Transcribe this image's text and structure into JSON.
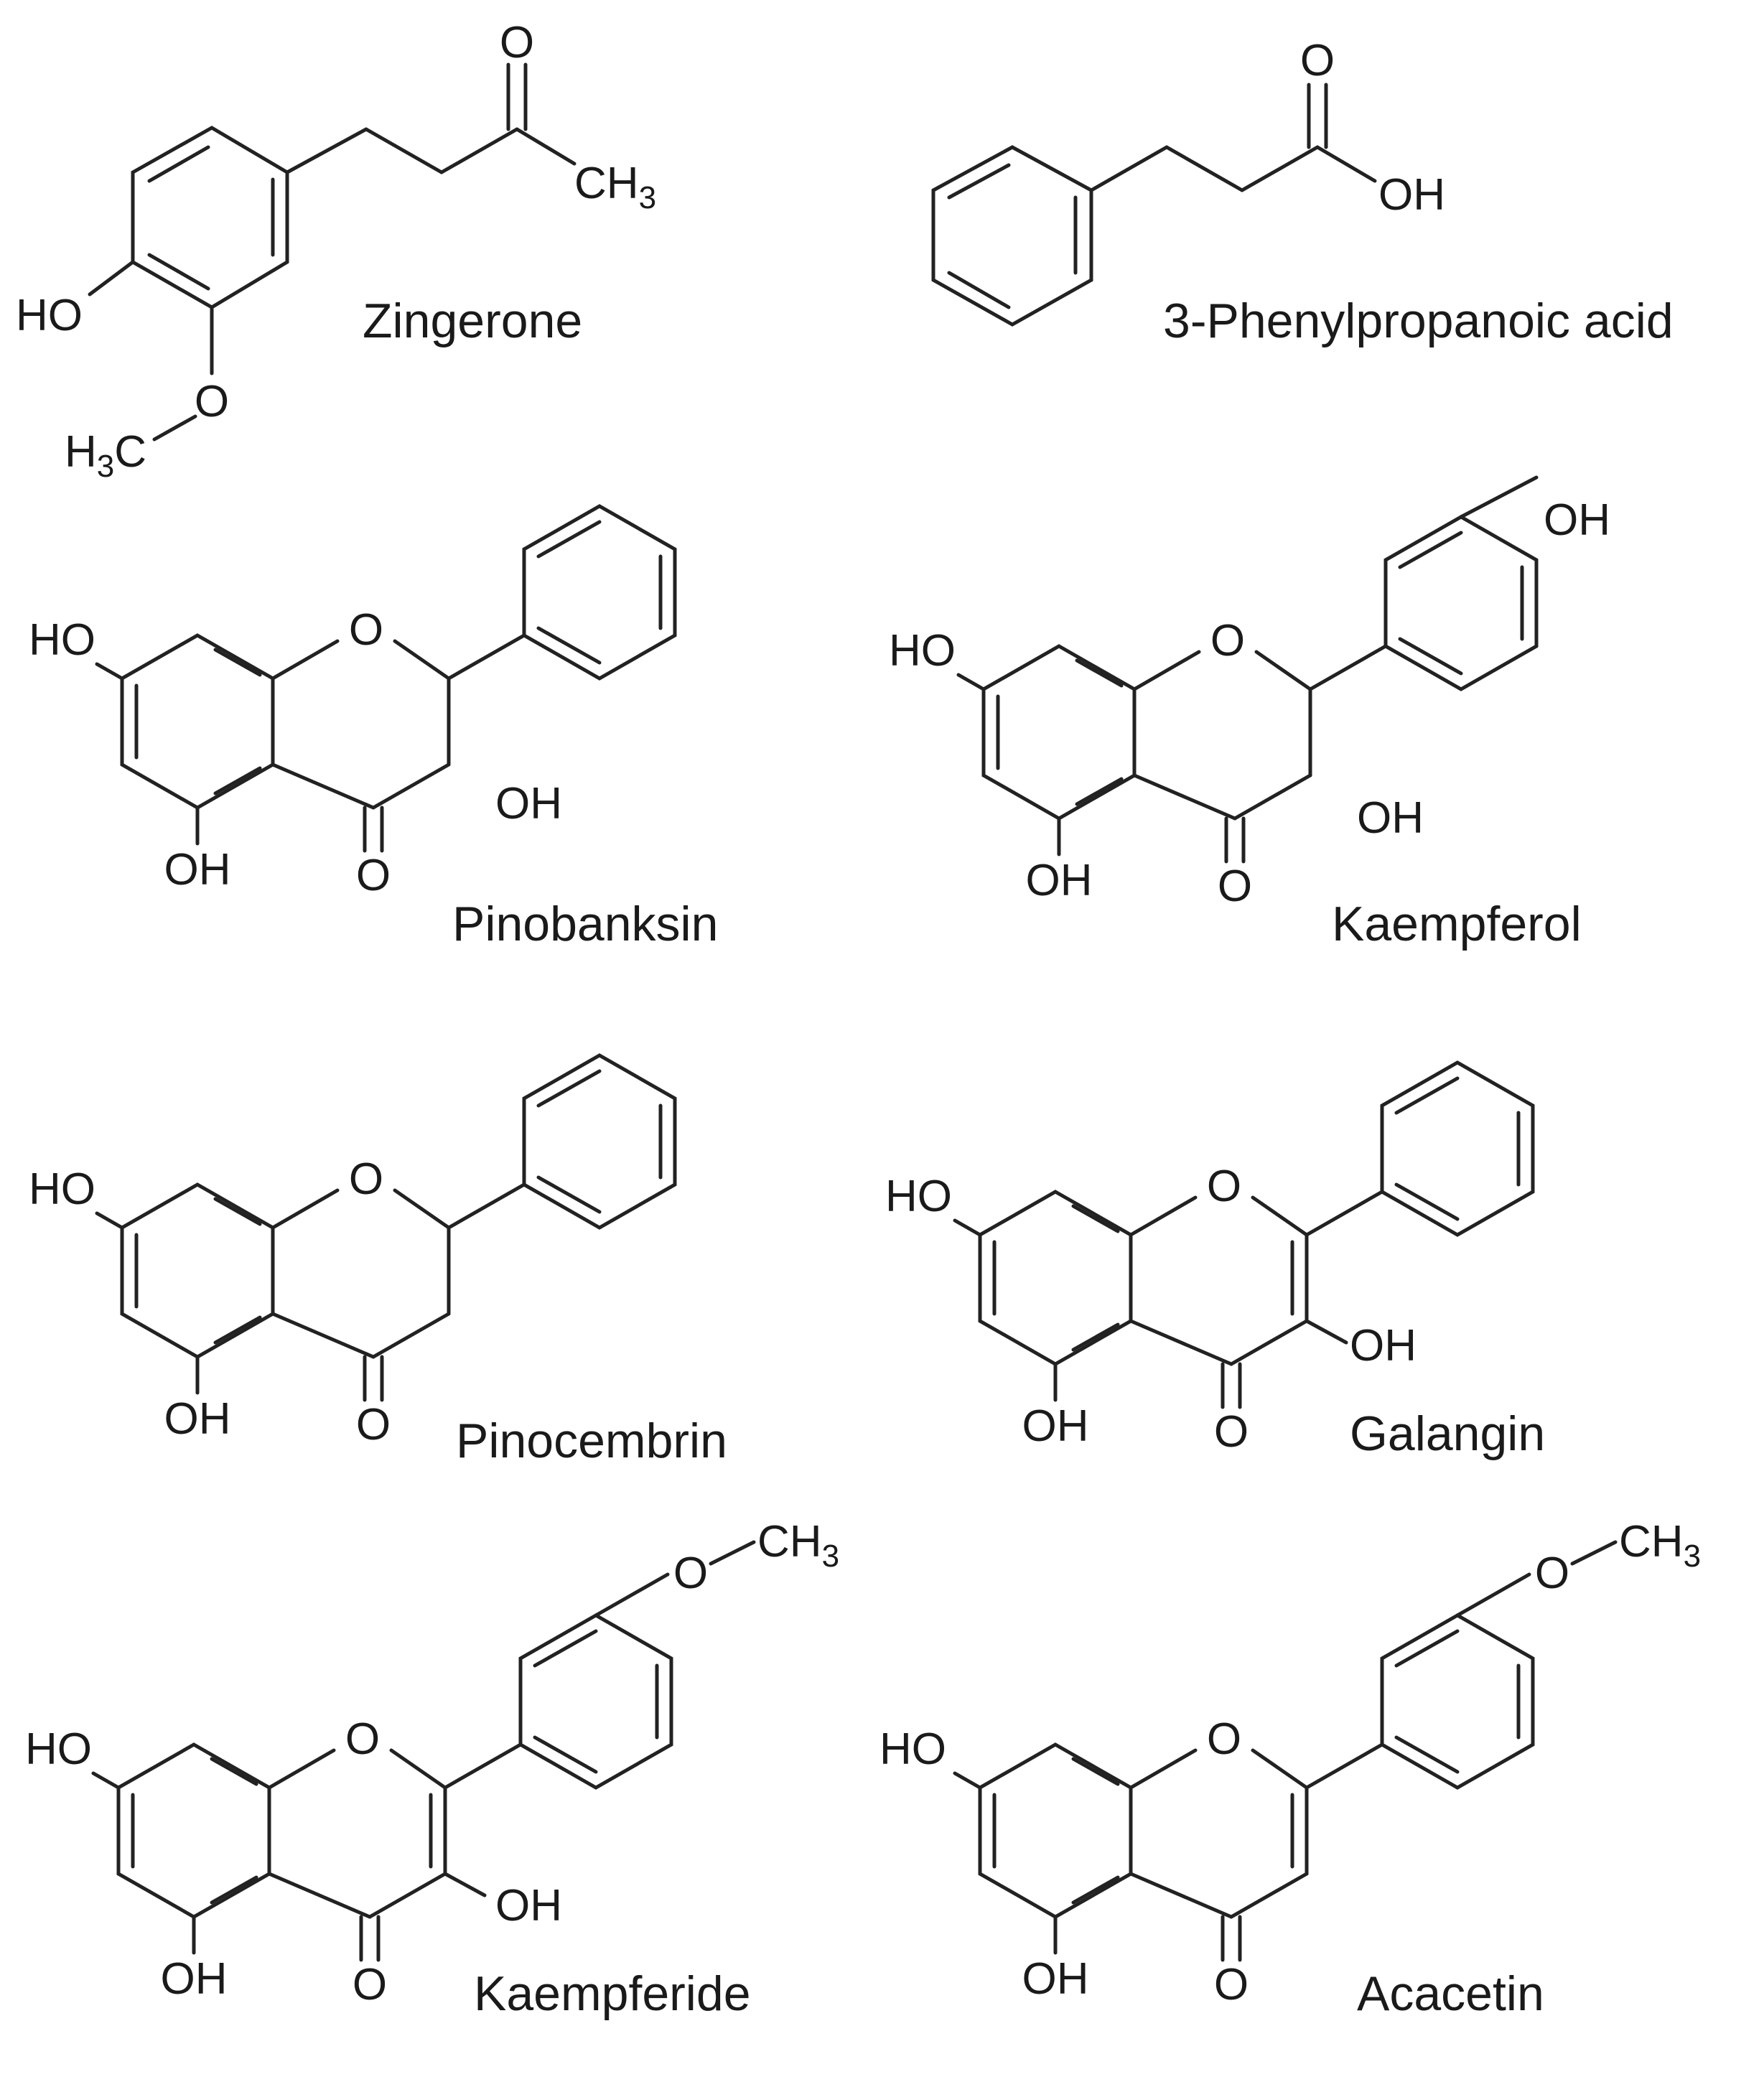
{
  "figure": {
    "molecules": [
      {
        "id": "zingerone",
        "name": "Zingerone",
        "labels": {
          "carbonyl_o": "O",
          "methyl": "CH",
          "methyl_sub": "3",
          "hydroxy": "HO",
          "ether_o": "O",
          "methoxy": "H",
          "methoxy_sub": "3",
          "methoxy_c": "C"
        }
      },
      {
        "id": "phenylpropanoic",
        "name": "3-Phenylpropanoic acid",
        "labels": {
          "carbonyl_o": "O",
          "hydroxy": "OH"
        }
      },
      {
        "id": "pinobanksin",
        "name": "Pinobanksin",
        "labels": {
          "oh7": "HO",
          "ring_o": "O",
          "oh3": "OH",
          "oh5": "OH",
          "carbonyl_o": "O"
        }
      },
      {
        "id": "kaempferol",
        "name": "Kaempferol",
        "labels": {
          "oh7": "HO",
          "ring_o": "O",
          "oh4p": "OH",
          "oh3": "OH",
          "oh5": "OH",
          "carbonyl_o": "O"
        }
      },
      {
        "id": "pinocembrin",
        "name": "Pinocembrin",
        "labels": {
          "oh7": "HO",
          "ring_o": "O",
          "oh5": "OH",
          "carbonyl_o": "O"
        }
      },
      {
        "id": "galangin",
        "name": "Galangin",
        "labels": {
          "oh7": "HO",
          "ring_o": "O",
          "oh3": "OH",
          "oh5": "OH",
          "carbonyl_o": "O"
        }
      },
      {
        "id": "kaempferide",
        "name": "Kaempferide",
        "labels": {
          "oh7": "HO",
          "ring_o": "O",
          "ome_o": "O",
          "ome_c": "CH",
          "ome_sub": "3",
          "oh3": "OH",
          "oh5": "OH",
          "carbonyl_o": "O"
        }
      },
      {
        "id": "acacetin",
        "name": "Acacetin",
        "labels": {
          "oh7": "HO",
          "ring_o": "O",
          "ome_o": "O",
          "ome_c": "CH",
          "ome_sub": "3",
          "oh5": "OH",
          "carbonyl_o": "O"
        }
      }
    ]
  }
}
